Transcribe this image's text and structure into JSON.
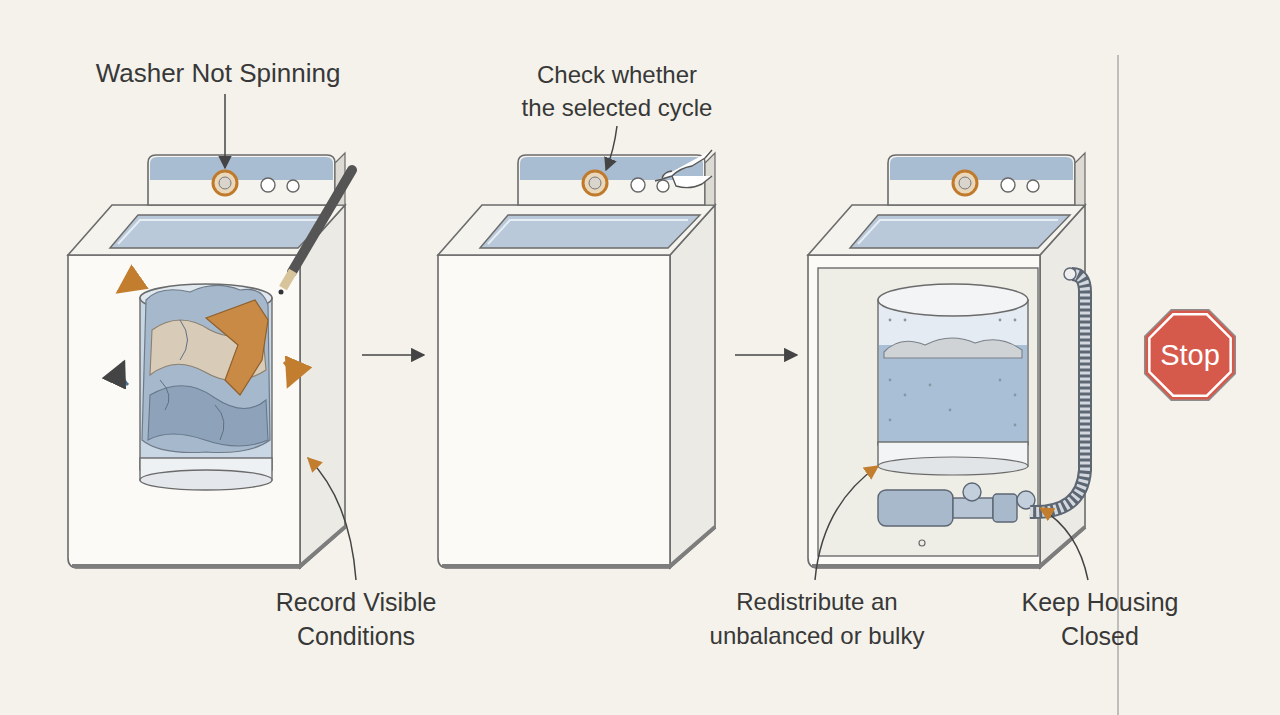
{
  "diagram": {
    "nodes": [
      {
        "text": [
          "Stop"
        ]
      }
    ],
    "labels": [
      "Washer Not Spinning",
      "Check whether the selected cycle",
      "Record Visible Conditions",
      "Redistribute an unbalanced or bulky",
      "Keep Housing Closed"
    ]
  }
}
